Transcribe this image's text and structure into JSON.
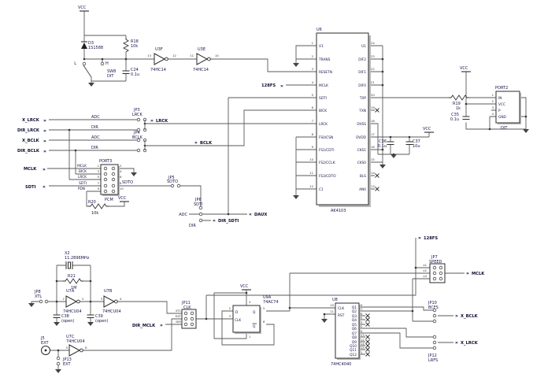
{
  "glyph": {
    "out": "»",
    "in": "«"
  },
  "common": {
    "vcc": "VCC",
    "adc": "ADC",
    "dir": "DIR",
    "hc14": "74HC14",
    "hcu04": "74HCU04",
    "v01u": "0.1u",
    "v10k": "10k",
    "open": "(open)"
  },
  "reset": {
    "d3": "D3",
    "d3_part": "1S1588",
    "r18": "R18",
    "sw": "SW8",
    "sw_part": "DIT",
    "l": "L",
    "h": "H",
    "c24": "C24",
    "u3f": "U3F",
    "u3e": "U3E",
    "n13": "13",
    "n12": "12",
    "n11": "11",
    "n10": "10"
  },
  "nets": {
    "x_lrck": "X_LRCK",
    "dir_lrck": "DIR_LRCK",
    "x_bclk": "X_BCLK",
    "dir_bclk": "DIR_BCLK",
    "lrck": "LRCK",
    "bclk": "BCLK",
    "mclk": "MCLK",
    "sdti": "SDTI",
    "sdto": "SDTO",
    "daux": "DAUX",
    "dir_sdti": "DIR_SDTI",
    "dir_mclk": "DIR_MCLK",
    "fs128": "128FS"
  },
  "jp3": {
    "ref": "JP3",
    "name": "LRCK"
  },
  "jp4": {
    "ref": "JP4",
    "name": "BCLK"
  },
  "jp5": {
    "ref": "JP5",
    "name": "SDTO"
  },
  "jp6": {
    "ref": "JP6",
    "name": "SDTI"
  },
  "port3": {
    "ref": "PORT3",
    "name": "PCM",
    "r20": "R20",
    "rows": [
      {
        "n": "1",
        "rn": "2",
        "label": "MCLK"
      },
      {
        "n": "3",
        "rn": "4",
        "label": "BICK"
      },
      {
        "n": "5",
        "rn": "6",
        "label": "LRCK"
      },
      {
        "n": "7",
        "rn": "8",
        "label": "SDTI"
      },
      {
        "n": "9",
        "rn": "10",
        "label": "PDN"
      }
    ]
  },
  "u6": {
    "ref": "U6",
    "part": "AK4103",
    "left": [
      {
        "n": "1",
        "name": "V1"
      },
      {
        "n": "2",
        "name": "TRANS"
      },
      {
        "n": "3",
        "name": "RESETN"
      },
      {
        "n": "4",
        "name": "MCLK"
      },
      {
        "n": "5",
        "name": "SDTI"
      },
      {
        "n": "6",
        "name": "BICK"
      },
      {
        "n": "7",
        "name": "LRCK"
      },
      {
        "n": "8",
        "name": "FS0/CSN"
      },
      {
        "n": "9",
        "name": "FS1/CDTI"
      },
      {
        "n": "10",
        "name": "FS2/CCLK"
      },
      {
        "n": "11",
        "name": "FS3/CDTO"
      },
      {
        "n": "12",
        "name": "C1"
      }
    ],
    "right": [
      {
        "n": "24",
        "name": "U1"
      },
      {
        "n": "23",
        "name": "DIF2"
      },
      {
        "n": "22",
        "name": "DIF1"
      },
      {
        "n": "21",
        "name": "DIF0"
      },
      {
        "n": "20",
        "name": "TXP"
      },
      {
        "n": "19",
        "name": "TXN"
      },
      {
        "n": "18",
        "name": "DVSS"
      },
      {
        "n": "17",
        "name": "DVDD"
      },
      {
        "n": "16",
        "name": "CKS1"
      },
      {
        "n": "15",
        "name": "CKS0"
      },
      {
        "n": "14",
        "name": "BLS"
      },
      {
        "n": "13",
        "name": "AN0"
      }
    ]
  },
  "decap": {
    "c36": "C36",
    "c37": "C37",
    "c37v": "10u"
  },
  "outp": {
    "c35": "C35",
    "r19": "R19",
    "r19v": "1k",
    "port2": "PORT2",
    "name": "DIT",
    "pins": [
      "IN",
      "VCC",
      "P",
      "GND"
    ],
    "nums": [
      "1",
      "2",
      "3",
      "4"
    ]
  },
  "osc": {
    "x2": "X2",
    "freq": "11.2896MHz",
    "r21": "R21",
    "r21v": "1M",
    "u7a": "U7A",
    "u7b": "U7B",
    "c38": "C38",
    "c39": "C39",
    "jp8": "JP8",
    "jp8n": "XTL",
    "n1": "1",
    "n2": "2",
    "n3": "3",
    "n4": "4"
  },
  "ext": {
    "j5": "J5",
    "name": "EXT",
    "u7c": "U7C",
    "jp13": "JP13",
    "jp13n": "EXT",
    "n5": "5",
    "n6": "6"
  },
  "jp11": {
    "ref": "JP11",
    "name": "CLK",
    "r1": "XTL",
    "r2": "EXT",
    "r3": "DIR"
  },
  "ff": {
    "ref": "U9A",
    "part": "74AC74",
    "d": "D",
    "clk": "CLK",
    "q": "Q",
    "qb": "Q",
    "n2": "2",
    "n3": "3",
    "n5": "5",
    "n6": "6",
    "n4": "4",
    "n1": "1"
  },
  "u8": {
    "ref": "U8",
    "part": "74HC4040",
    "clk": "CLK",
    "rst": "RST",
    "n10": "10",
    "n11": "11",
    "outs": [
      {
        "q": "Q1",
        "n": "9"
      },
      {
        "q": "Q2",
        "n": "7"
      },
      {
        "q": "Q3",
        "n": "6"
      },
      {
        "q": "Q4",
        "n": "5"
      },
      {
        "q": "Q5",
        "n": "3"
      },
      {
        "q": "Q6",
        "n": "2"
      },
      {
        "q": "Q7",
        "n": "4"
      },
      {
        "q": "Q8",
        "n": "13"
      },
      {
        "q": "Q9",
        "n": "12"
      },
      {
        "q": "Q10",
        "n": "14"
      },
      {
        "q": "Q11",
        "n": "15"
      },
      {
        "q": "Q12",
        "n": "1"
      }
    ]
  },
  "jp7": {
    "ref": "JP7",
    "name": "SPEED",
    "r1": "x1",
    "r2": "x2",
    "r3": "x4"
  },
  "jp10": {
    "ref": "JP10",
    "name": "BCFS"
  },
  "jp12": {
    "ref": "JP12",
    "name": "LRFS"
  }
}
